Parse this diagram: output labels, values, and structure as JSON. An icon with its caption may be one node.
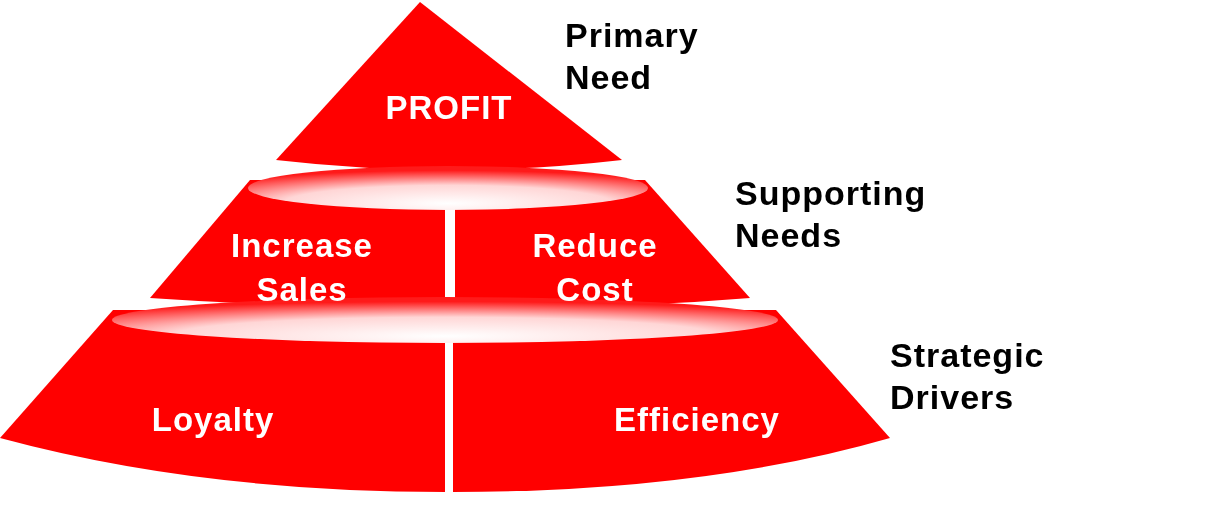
{
  "diagram": {
    "nodes": [
      {
        "text": [
          "PROFIT"
        ]
      },
      {
        "text": [],
        "shape": "ellipse"
      },
      {
        "text": [
          "Increase Sales"
        ]
      },
      {
        "text": [
          "Reduce Cost"
        ]
      },
      {
        "text": [],
        "shape": "ellipse"
      },
      {
        "text": [
          "Loyalty"
        ]
      },
      {
        "text": [
          "Efficiency"
        ]
      }
    ],
    "labels": [
      "Primary Need",
      "Supporting Needs",
      "Strategic Drivers"
    ]
  }
}
